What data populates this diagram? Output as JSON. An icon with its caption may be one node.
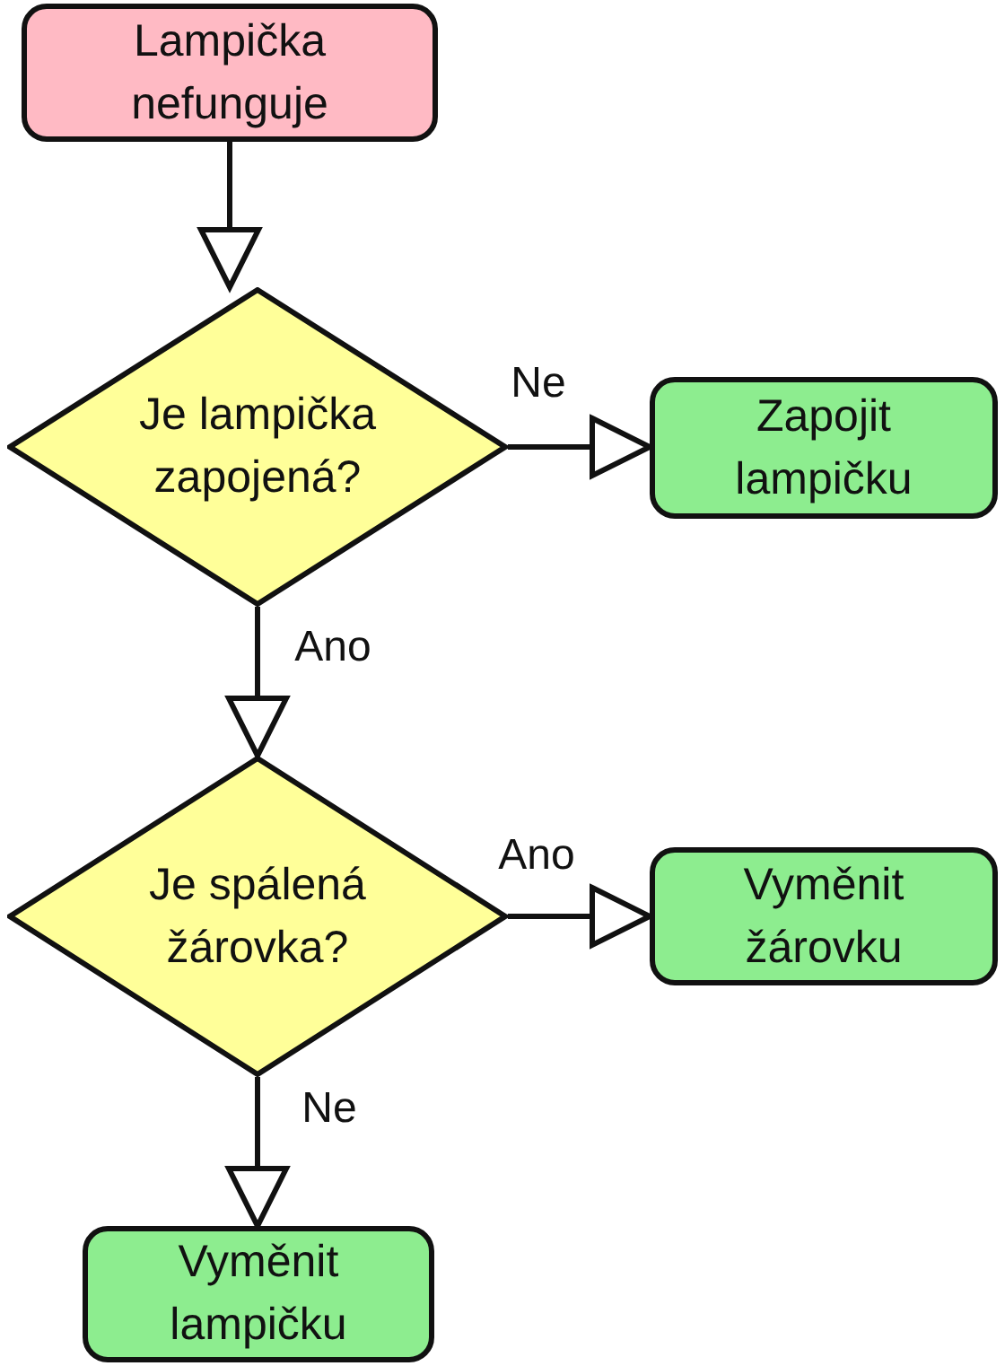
{
  "diagram": {
    "nodes": [
      {
        "text": [
          "Lampička nefunguje"
        ]
      },
      {
        "text": [
          "Je lampička zapojená?"
        ]
      },
      {
        "text": [
          "Zapojit lampičku"
        ]
      },
      {
        "text": [
          "Je spálená žárovka?"
        ]
      },
      {
        "text": [
          "Vyměnit žárovku"
        ]
      },
      {
        "text": [
          "Vyměnit lampičku"
        ]
      }
    ],
    "edges": [
      {
        "from": 0,
        "to": 1,
        "arrow": "to"
      },
      {
        "from": 1,
        "to": 2,
        "label": "Ne",
        "arrow": "to"
      },
      {
        "from": 1,
        "to": 3,
        "label": "Ano",
        "arrow": "to"
      },
      {
        "from": 3,
        "to": 4,
        "label": "Ano",
        "arrow": "to"
      },
      {
        "from": 3,
        "to": 5,
        "label": "Ne",
        "arrow": "to"
      }
    ]
  }
}
